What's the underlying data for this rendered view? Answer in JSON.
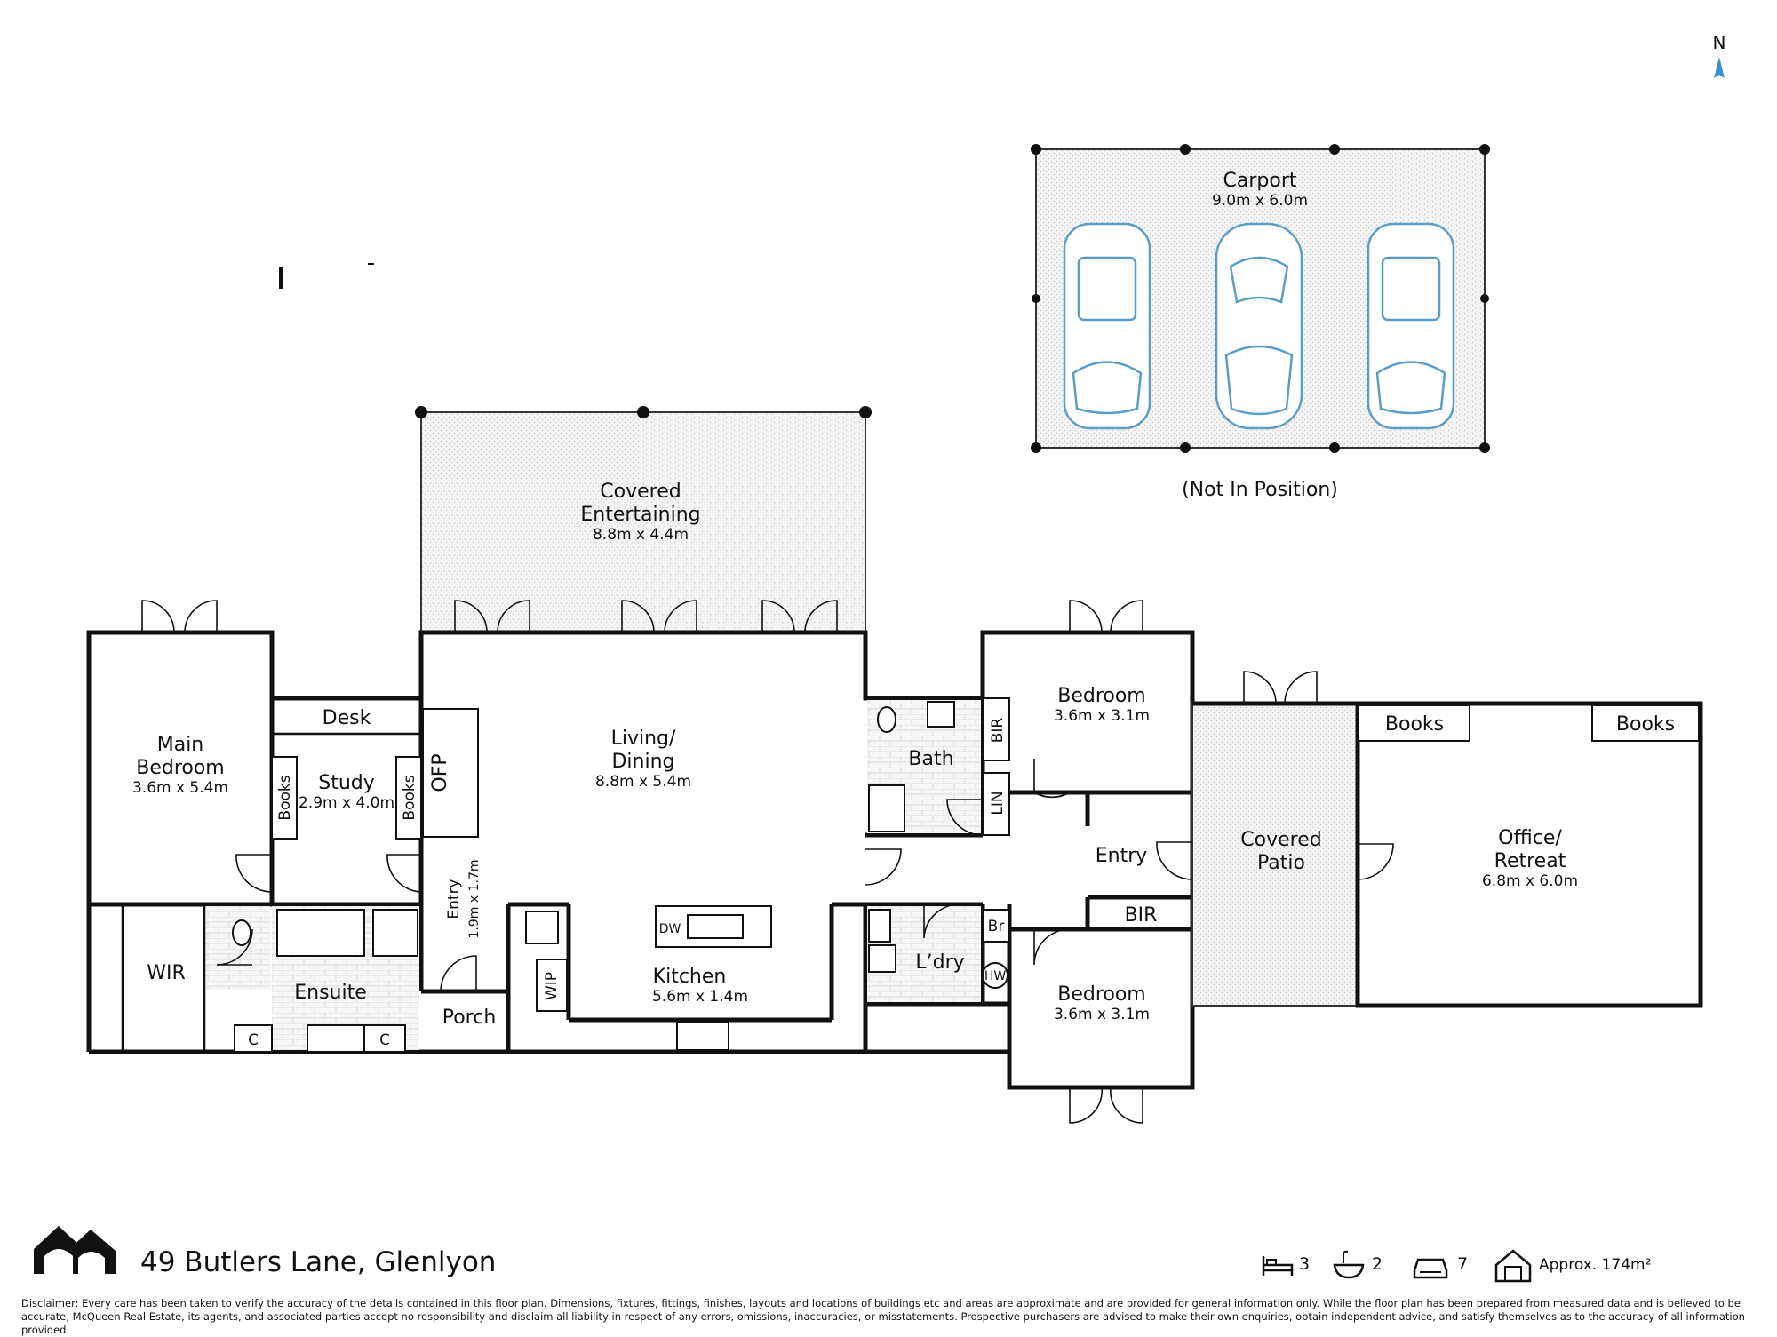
{
  "address": "49 Butlers Lane, Glenlyon",
  "north_label": "N",
  "stats": {
    "bedrooms": "3",
    "bathrooms": "2",
    "cars": "7",
    "area": "Approx. 174m²"
  },
  "disclaimer": "Disclaimer: Every care has been taken to verify the accuracy of the details contained in this floor plan. Dimensions, fixtures, fittings, finishes, layouts and locations of buildings etc and areas are approximate and are provided for general information only. While the floor plan has been prepared from measured data and is believed to be accurate, McQueen Real Estate, its agents, and associated parties accept no responsibility and disclaim all liability in respect of any errors, omissions, inaccuracies, or misstatements. Prospective purchasers are advised to make their own enquiries, obtain independent advice, and satisfy themselves as to the accuracy of all information provided.",
  "carport": {
    "name": "Carport",
    "size": "9.0m x 6.0m",
    "note": "(Not In Position)"
  },
  "rooms": {
    "covered_entertaining": {
      "line1": "Covered",
      "line2": "Entertaining",
      "size": "8.8m x 4.4m"
    },
    "main_bedroom": {
      "line1": "Main",
      "line2": "Bedroom",
      "size": "3.6m x 5.4m"
    },
    "study": {
      "name": "Study",
      "size": "2.9m x 4.0m"
    },
    "living": {
      "line1": "Living/",
      "line2": "Dining",
      "size": "8.8m x 5.4m"
    },
    "kitchen": {
      "name": "Kitchen",
      "size": "5.6m x 1.4m"
    },
    "entry_west": {
      "name": "Entry",
      "size": "1.9m x 1.7m"
    },
    "bedroom_north": {
      "name": "Bedroom",
      "size": "3.6m x 3.1m"
    },
    "bedroom_south": {
      "name": "Bedroom",
      "size": "3.6m x 3.1m"
    },
    "office": {
      "line1": "Office/",
      "line2": "Retreat",
      "size": "6.8m x 6.0m"
    },
    "covered_patio": {
      "line1": "Covered",
      "line2": "Patio"
    }
  },
  "labels": {
    "desk": "Desk",
    "books": "Books",
    "ofp": "OFP",
    "wir": "WIR",
    "ensuite": "Ensuite",
    "cupboard": "C",
    "porch": "Porch",
    "wip": "WIP",
    "dw": "DW",
    "bath": "Bath",
    "bir": "BIR",
    "lin": "LIN",
    "entry": "Entry",
    "br": "Br",
    "laundry": "L’dry",
    "hw": "HW"
  }
}
